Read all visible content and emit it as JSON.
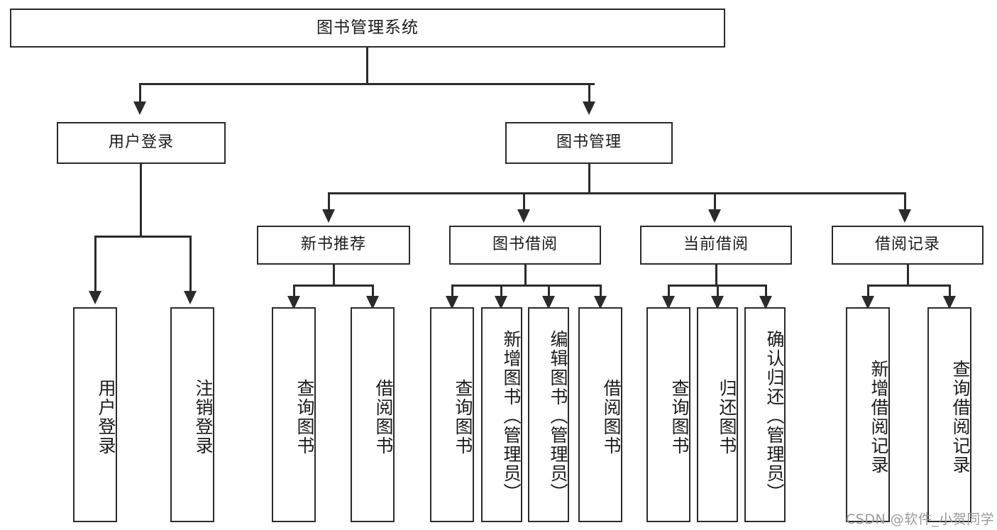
{
  "diagram": {
    "type": "hierarchy-tree",
    "root": {
      "label": "图书管理系统"
    },
    "level2": [
      {
        "label": "用户登录"
      },
      {
        "label": "图书管理"
      }
    ],
    "level3": [
      {
        "label": "新书推荐"
      },
      {
        "label": "图书借阅"
      },
      {
        "label": "当前借阅"
      },
      {
        "label": "借阅记录"
      }
    ],
    "leaves": {
      "user_login": [
        {
          "label": "用户登录"
        },
        {
          "label": "注销登录"
        }
      ],
      "new_book_recommend": [
        {
          "label": "查询图书"
        },
        {
          "label": "借阅图书"
        }
      ],
      "book_borrow": [
        {
          "label": "查询图书"
        },
        {
          "label": "新增图书（管理员）"
        },
        {
          "label": "编辑图书（管理员）"
        },
        {
          "label": "借阅图书"
        }
      ],
      "current_borrow": [
        {
          "label": "查询图书"
        },
        {
          "label": "归还图书"
        },
        {
          "label": "确认归还（管理员）"
        }
      ],
      "borrow_record": [
        {
          "label": "新增借阅记录"
        },
        {
          "label": "查询借阅记录"
        }
      ]
    }
  },
  "watermark": {
    "text": "CSDN @软件_小贺同学"
  },
  "colors": {
    "stroke": "#2b2b2b",
    "background": "#ffffff",
    "text": "#1b1b1b",
    "watermark": "#9a9a9a"
  }
}
